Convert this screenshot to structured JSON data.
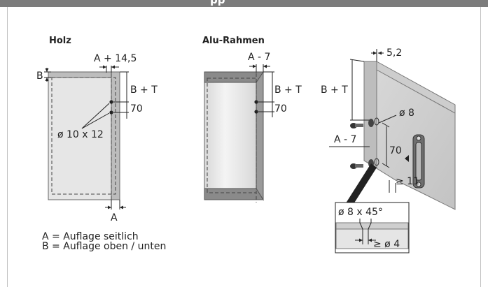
{
  "header": {
    "text": "pp"
  },
  "panels": {
    "holz": {
      "title": "Holz"
    },
    "alu": {
      "title": "Alu-Rahmen"
    }
  },
  "labels": {
    "holz_a_offset": "A + 14,5",
    "holz_b": "B",
    "holz_bt": "B + T",
    "holz_70": "70",
    "holz_bore": "ø 10 x 12",
    "holz_a": "A",
    "alu_a_offset": "A - 7",
    "alu_bt": "B + T",
    "alu_70": "70",
    "iso_52": "5,2",
    "iso_bt": "B + T",
    "iso_o8": "ø 8",
    "iso_a7": "A - 7",
    "iso_70": "70",
    "iso_11": "≥ 11",
    "detail_o8": "ø 8 x 45°",
    "detail_o4": "≥ ø 4"
  },
  "legend": {
    "line_a": "A = Auflage seitlich",
    "line_b": "B = Auflage oben / unten"
  }
}
